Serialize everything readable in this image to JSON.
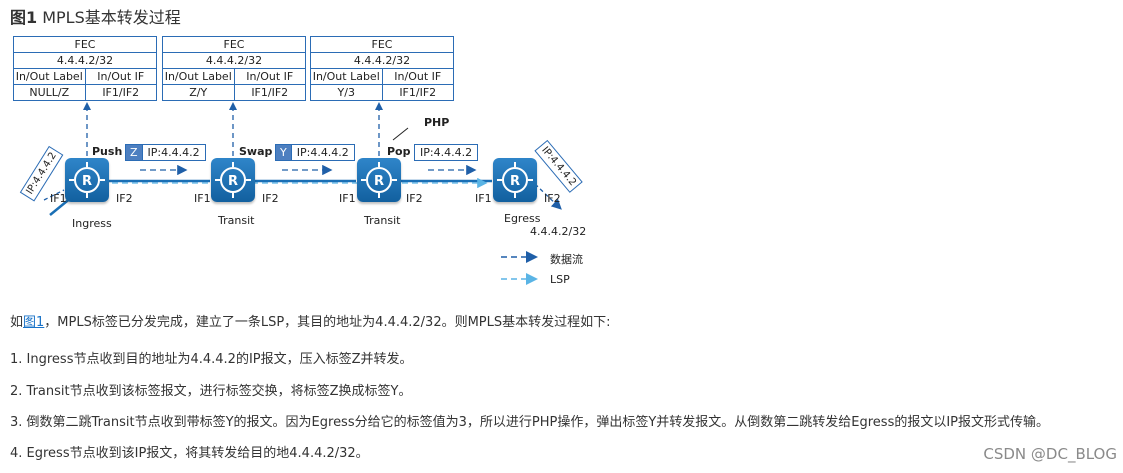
{
  "figure": {
    "title_bold": "图1",
    "title_text": " MPLS基本转发过程"
  },
  "fec_tables": [
    {
      "fec_label": "FEC",
      "fec_value": "4.4.4.2/32",
      "col1": "In/Out Label",
      "col2": "In/Out IF",
      "val1": "NULL/Z",
      "val2": "IF1/IF2"
    },
    {
      "fec_label": "FEC",
      "fec_value": "4.4.4.2/32",
      "col1": "In/Out Label",
      "col2": "In/Out IF",
      "val1": "Z/Y",
      "val2": "IF1/IF2"
    },
    {
      "fec_label": "FEC",
      "fec_value": "4.4.4.2/32",
      "col1": "In/Out Label",
      "col2": "In/Out IF",
      "val1": "Y/3",
      "val2": "IF1/IF2"
    }
  ],
  "nodes": {
    "ingress": {
      "name": "Ingress",
      "if_in": "IF1",
      "if_out": "IF2"
    },
    "transit1": {
      "name": "Transit",
      "if_in": "IF1",
      "if_out": "IF2"
    },
    "transit2": {
      "name": "Transit",
      "if_in": "IF1",
      "if_out": "IF2"
    },
    "egress": {
      "name": "Egress",
      "if_in": "IF1",
      "if_out": "IF2",
      "address": "4.4.4.2/32"
    }
  },
  "operations": {
    "push": "Push",
    "swap": "Swap",
    "pop": "Pop",
    "php": "PHP"
  },
  "packets": {
    "push": {
      "tag": "Z",
      "ip": "IP:4.4.4.2"
    },
    "swap": {
      "tag": "Y",
      "ip": "IP:4.4.4.2"
    },
    "pop": {
      "ip": "IP:4.4.4.2"
    },
    "in": "IP:4.4.4.2",
    "out": "IP:4.4.4.2"
  },
  "legend": {
    "data_flow": "数据流",
    "lsp": "LSP"
  },
  "colors": {
    "node": "#1a6fb5",
    "dark_arrow": "#1f5fa8",
    "light_arrow": "#5ab4e5",
    "border": "#2b6cb5"
  },
  "text": {
    "intro_before": "如",
    "intro_link": "图1",
    "intro_after": "，MPLS标签已分发完成，建立了一条LSP，其目的地址为4.4.4.2/32。则MPLS基本转发过程如下:",
    "steps": [
      "1.  Ingress节点收到目的地址为4.4.4.2的IP报文，压入标签Z并转发。",
      "2.  Transit节点收到该标签报文，进行标签交换，将标签Z换成标签Y。",
      "3.  倒数第二跳Transit节点收到带标签Y的报文。因为Egress分给它的标签值为3，所以进行PHP操作，弹出标签Y并转发报文。从倒数第二跳转发给Egress的报文以IP报文形式传输。",
      "4.  Egress节点收到该IP报文，将其转发给目的地4.4.4.2/32。"
    ]
  },
  "watermark": "CSDN @DC_BLOG"
}
